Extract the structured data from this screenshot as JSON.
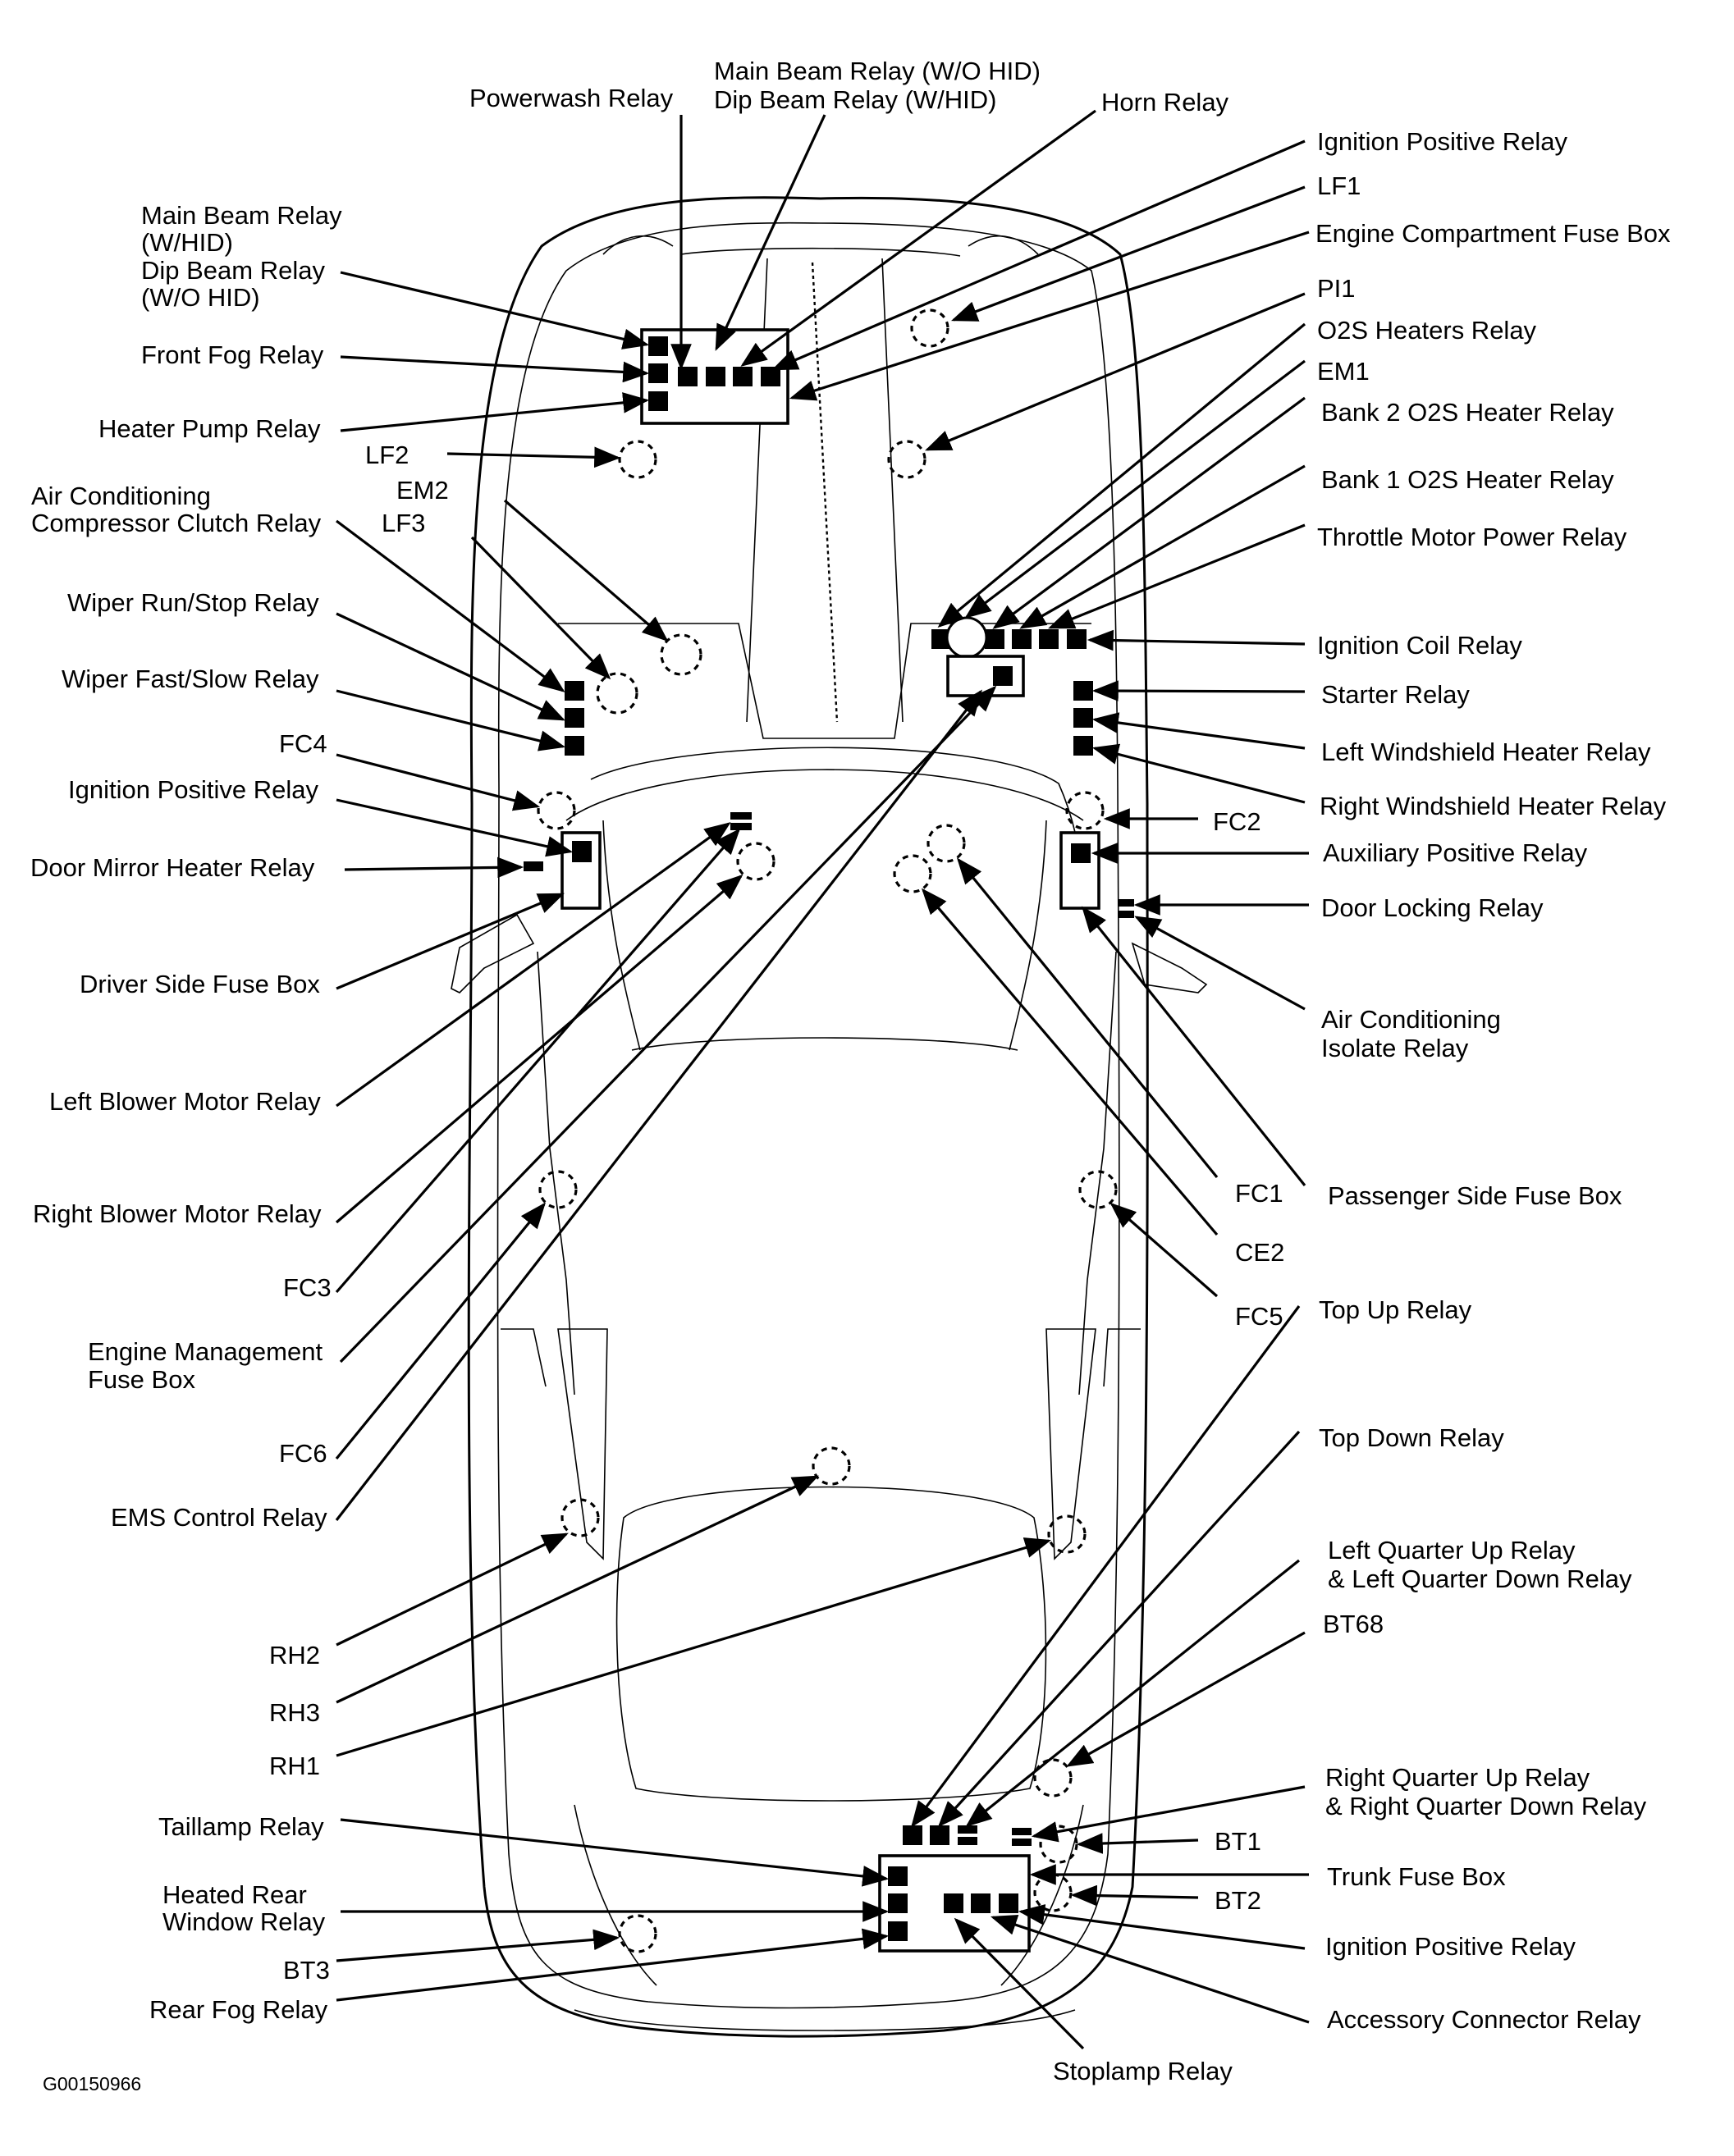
{
  "figure_id": "G00150966",
  "labels": {
    "powerwash_relay": "Powerwash Relay",
    "main_beam_line1": "Main Beam Relay (W/O HID)",
    "main_beam_line2": "Dip Beam Relay (W/HID)",
    "horn_relay": "Horn Relay",
    "ignition_positive_relay_top": "Ignition Positive Relay",
    "lf1": "LF1",
    "engine_compartment_fuse_box": "Engine Compartment Fuse Box",
    "pi1": "PI1",
    "o2s_heaters_relay": "O2S Heaters Relay",
    "em1": "EM1",
    "bank2_o2s": "Bank 2 O2S Heater Relay",
    "bank1_o2s": "Bank 1 O2S Heater Relay",
    "throttle_motor_power_relay": "Throttle Motor Power Relay",
    "ignition_coil_relay": "Ignition Coil Relay",
    "starter_relay": "Starter Relay",
    "left_windshield_heater_relay": "Left Windshield Heater Relay",
    "right_windshield_heater_relay": "Right Windshield Heater Relay",
    "fc2": "FC2",
    "auxiliary_positive_relay": "Auxiliary Positive Relay",
    "door_locking_relay": "Door Locking Relay",
    "ac_isolate_line1": "Air Conditioning",
    "ac_isolate_line2": "Isolate Relay",
    "fc1": "FC1",
    "passenger_side_fuse_box": "Passenger Side Fuse Box",
    "ce2": "CE2",
    "fc5": "FC5",
    "top_up_relay": "Top Up Relay",
    "top_down_relay": "Top Down Relay",
    "left_quarter_line1": "Left Quarter Up Relay",
    "left_quarter_line2": "& Left Quarter Down Relay",
    "bt68": "BT68",
    "right_quarter_line1": "Right Quarter Up Relay",
    "right_quarter_line2": "& Right Quarter Down Relay",
    "bt1": "BT1",
    "trunk_fuse_box": "Trunk Fuse Box",
    "bt2": "BT2",
    "ignition_positive_relay_bottom": "Ignition Positive Relay",
    "accessory_connector_relay": "Accessory Connector Relay",
    "stoplamp_relay": "Stoplamp Relay",
    "main_beam_hid_line1": "Main Beam Relay",
    "main_beam_hid_line2": "(W/HID)",
    "main_beam_hid_line3": "Dip Beam Relay",
    "main_beam_hid_line4": "(W/O HID)",
    "front_fog_relay": "Front Fog Relay",
    "heater_pump_relay": "Heater Pump Relay",
    "lf2": "LF2",
    "em2": "EM2",
    "ac_compressor_line1": "Air Conditioning",
    "ac_compressor_line2": "Compressor Clutch Relay",
    "lf3": "LF3",
    "wiper_run_stop_relay": "Wiper Run/Stop Relay",
    "wiper_fast_slow_relay": "Wiper Fast/Slow Relay",
    "fc4": "FC4",
    "ignition_positive_relay_left": "Ignition Positive Relay",
    "door_mirror_heater_relay": "Door Mirror Heater Relay",
    "driver_side_fuse_box": "Driver Side Fuse Box",
    "left_blower_motor_relay": "Left Blower Motor Relay",
    "right_blower_motor_relay": "Right Blower Motor Relay",
    "fc3": "FC3",
    "engine_management_line1": "Engine Management",
    "engine_management_line2": "Fuse Box",
    "fc6": "FC6",
    "ems_control_relay": "EMS Control Relay",
    "rh2": "RH2",
    "rh3": "RH3",
    "rh1": "RH1",
    "taillamp_relay": "Taillamp Relay",
    "heated_rear_line1": "Heated Rear",
    "heated_rear_line2": "Window Relay",
    "bt3": "BT3",
    "rear_fog_relay": "Rear Fog Relay"
  }
}
